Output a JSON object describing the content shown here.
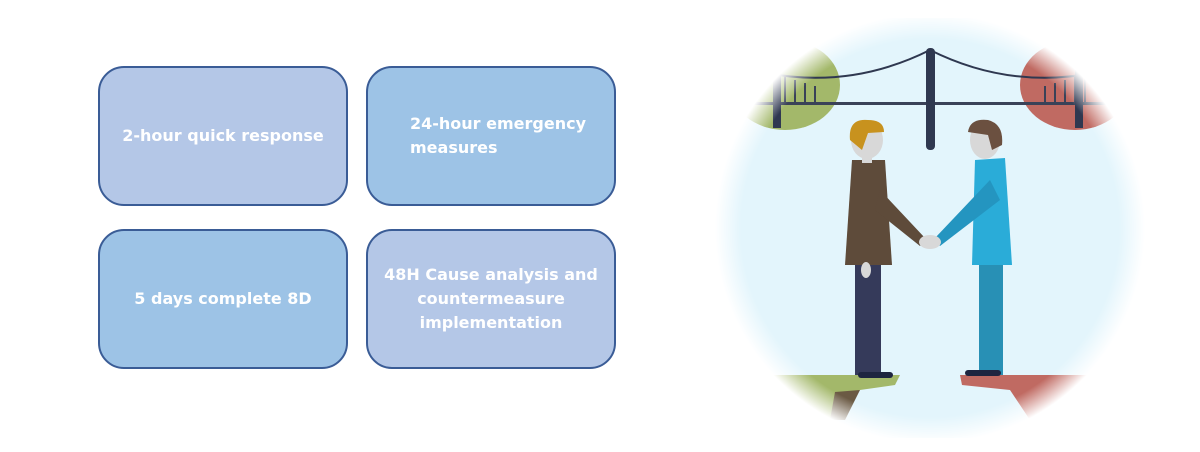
{
  "cards": [
    {
      "label": "2-hour quick response"
    },
    {
      "label": "24-hour emergency measures"
    },
    {
      "label": "5 days complete 8D"
    },
    {
      "label": "48H Cause analysis and countermeasure implementation"
    }
  ],
  "illustration": {
    "icon": "handshake-bridge-icon"
  },
  "colors": {
    "card_light": "#B4C7E7",
    "card_mid": "#9DC3E6",
    "card_border": "#3A5C96"
  }
}
